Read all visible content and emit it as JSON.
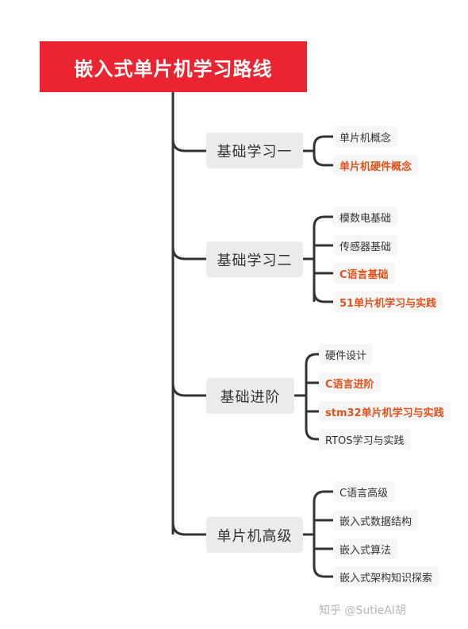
{
  "root": {
    "title": "嵌入式单片机学习路线"
  },
  "colors": {
    "root_bg": "#ea2531",
    "highlight": "#e0521c",
    "connector": "#333333"
  },
  "branches": [
    {
      "label": "基础学习一",
      "children": [
        {
          "label": "单片机概念",
          "highlight": false
        },
        {
          "label": "单片机硬件概念",
          "highlight": true
        }
      ]
    },
    {
      "label": "基础学习二",
      "children": [
        {
          "label": "模数电基础",
          "highlight": false
        },
        {
          "label": "传感器基础",
          "highlight": false
        },
        {
          "label": "C语言基础",
          "highlight": true
        },
        {
          "label": "51单片机学习与实践",
          "highlight": true
        }
      ]
    },
    {
      "label": "基础进阶",
      "children": [
        {
          "label": "硬件设计",
          "highlight": false
        },
        {
          "label": "C语言进阶",
          "highlight": true
        },
        {
          "label": "stm32单片机学习与实践",
          "highlight": true
        },
        {
          "label": "RTOS学习与实践",
          "highlight": false
        }
      ]
    },
    {
      "label": "单片机高级",
      "children": [
        {
          "label": "C语言高级",
          "highlight": false
        },
        {
          "label": "嵌入式数据结构",
          "highlight": false
        },
        {
          "label": "嵌入式算法",
          "highlight": false
        },
        {
          "label": "嵌入式架构知识探索",
          "highlight": false
        }
      ]
    }
  ],
  "watermark": "知乎 @SutieAI胡"
}
